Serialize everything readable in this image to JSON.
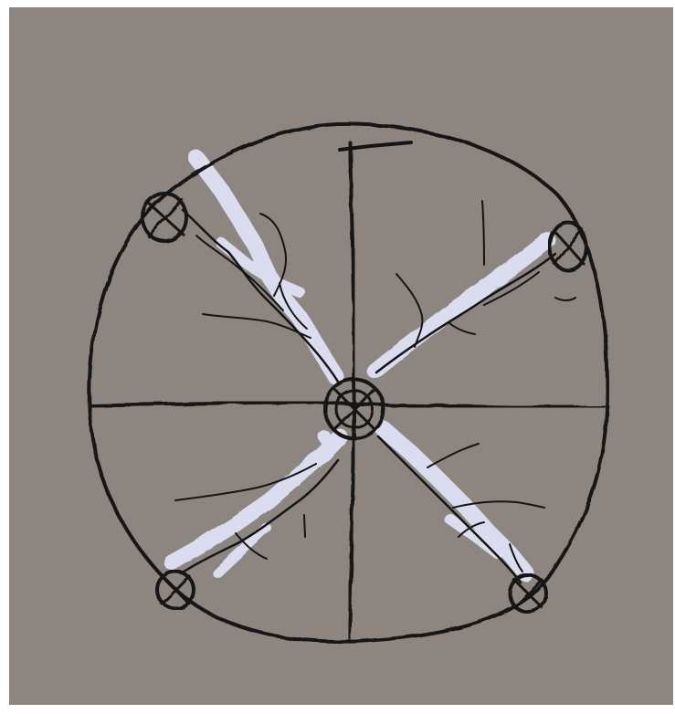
{
  "drawing": {
    "description_free": true,
    "colors": {
      "background": "#8d8580",
      "frame": "#ffffff",
      "ink": "#141414",
      "highlight": "#dcdcf0",
      "highlight_edge": "#c7c7e0"
    },
    "nodes": [
      {
        "name": "center-node-icon",
        "kind": "circle-with-cross"
      },
      {
        "name": "top-left-node-icon",
        "kind": "circle-with-cross"
      },
      {
        "name": "top-right-node-icon",
        "kind": "circle-with-cross"
      },
      {
        "name": "bottom-left-node-icon",
        "kind": "circle-with-cross"
      },
      {
        "name": "bottom-right-node-icon",
        "kind": "circle-with-cross"
      }
    ]
  }
}
